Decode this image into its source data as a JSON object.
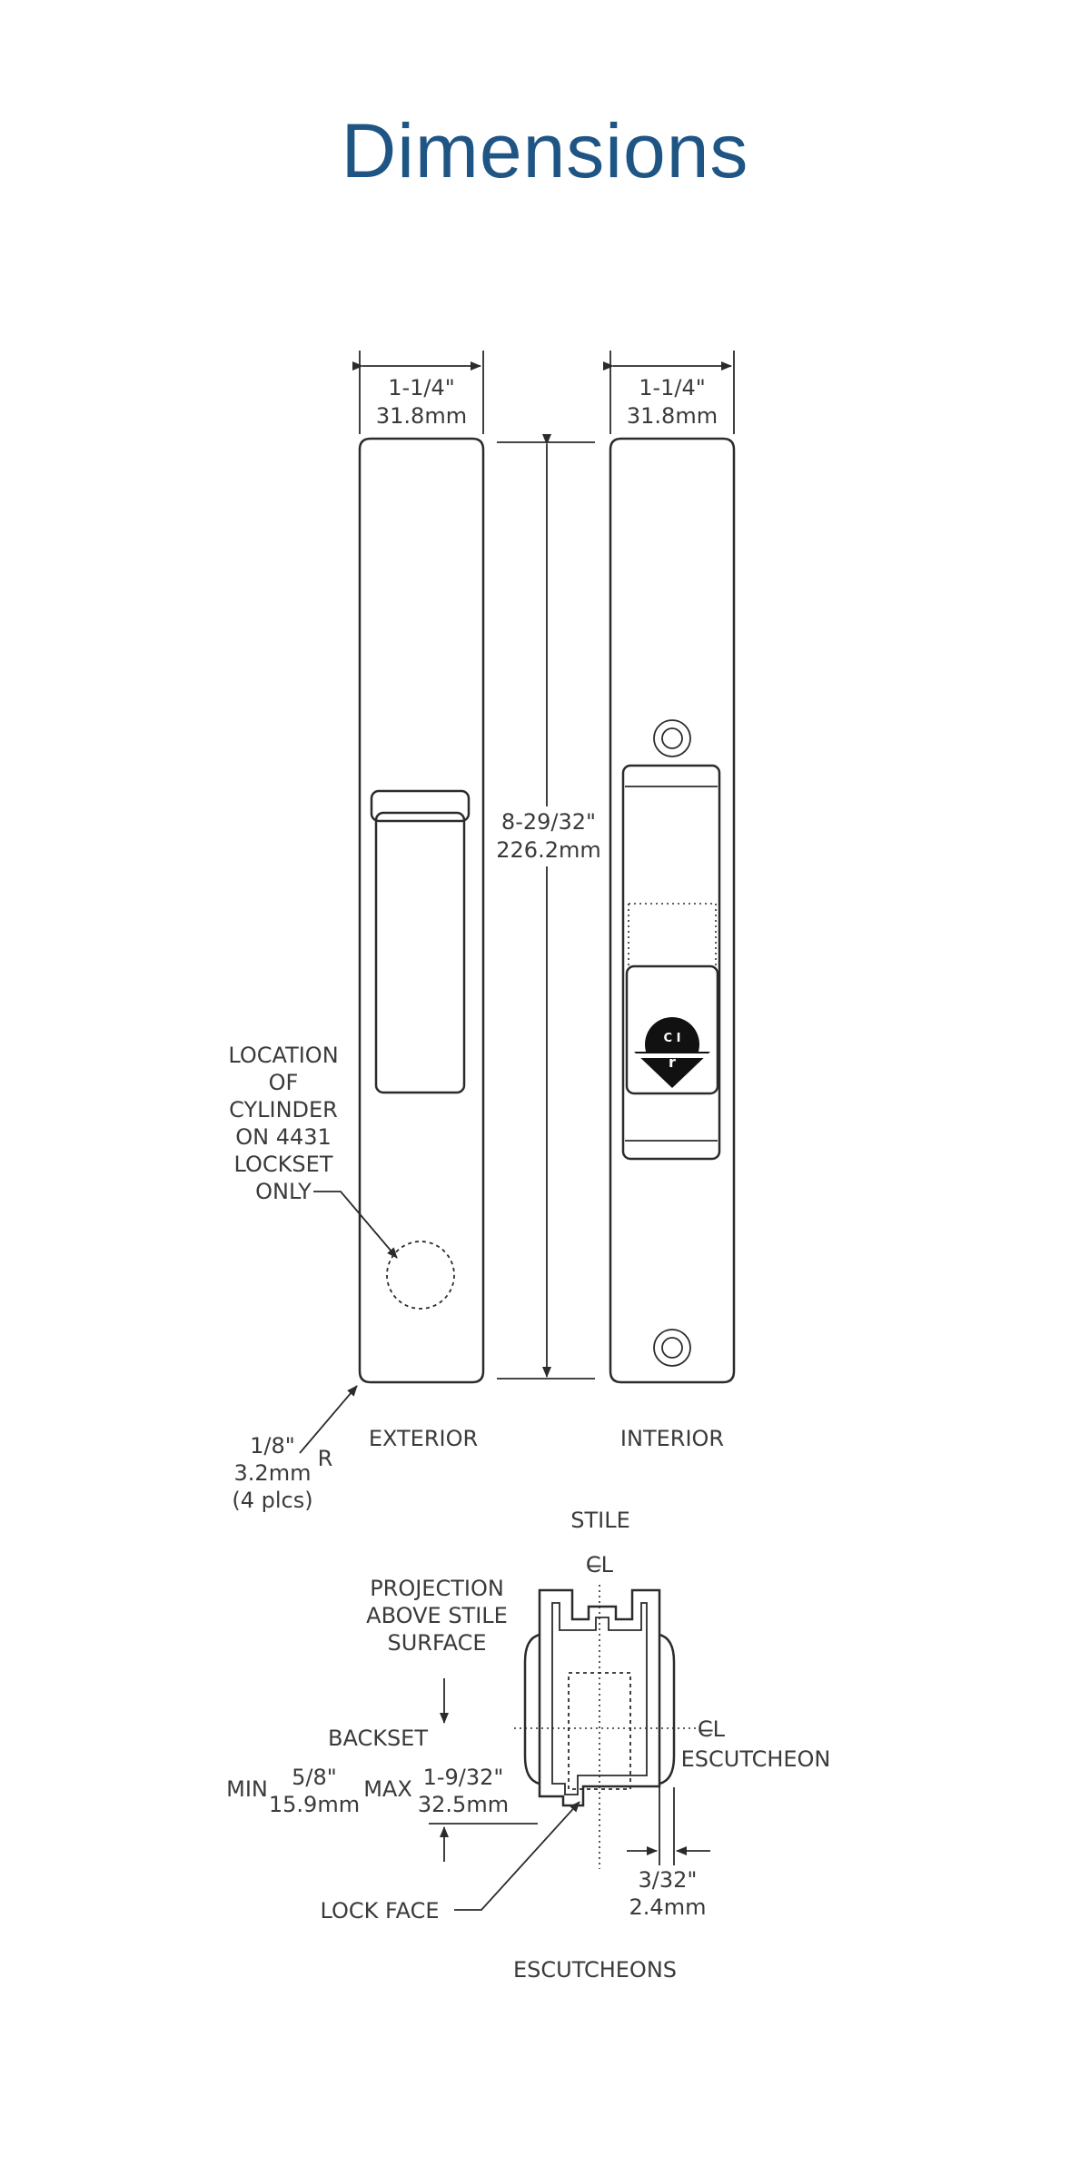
{
  "title": "Dimensions",
  "labels": {
    "width_ext": "1-1/4\"",
    "width_ext_mm": "31.8mm",
    "width_int": "1-1/4\"",
    "width_int_mm": "31.8mm",
    "height": "8-29/32\"",
    "height_mm": "226.2mm",
    "cylinder": [
      "LOCATION",
      "OF",
      "CYLINDER",
      "ON 4431",
      "LOCKSET",
      "ONLY"
    ],
    "radius": [
      "1/8\"",
      "3.2mm",
      "(4 plcs)"
    ],
    "radius_r": "R",
    "exterior": "EXTERIOR",
    "interior": "INTERIOR",
    "stile": "STILE",
    "cl_symbol": "C̶L",
    "projection": [
      "PROJECTION",
      "ABOVE STILE",
      "SURFACE"
    ],
    "backset": "BACKSET",
    "min": "MIN",
    "min_in": "5/8\"",
    "min_mm": "15.9mm",
    "max": "MAX",
    "max_in": "1-9/32\"",
    "max_mm": "32.5mm",
    "escutcheon": "ESCUTCHEON",
    "gap_in": "3/32\"",
    "gap_mm": "2.4mm",
    "lock_face": "LOCK FACE",
    "escutcheons": "ESCUTCHEONS"
  }
}
